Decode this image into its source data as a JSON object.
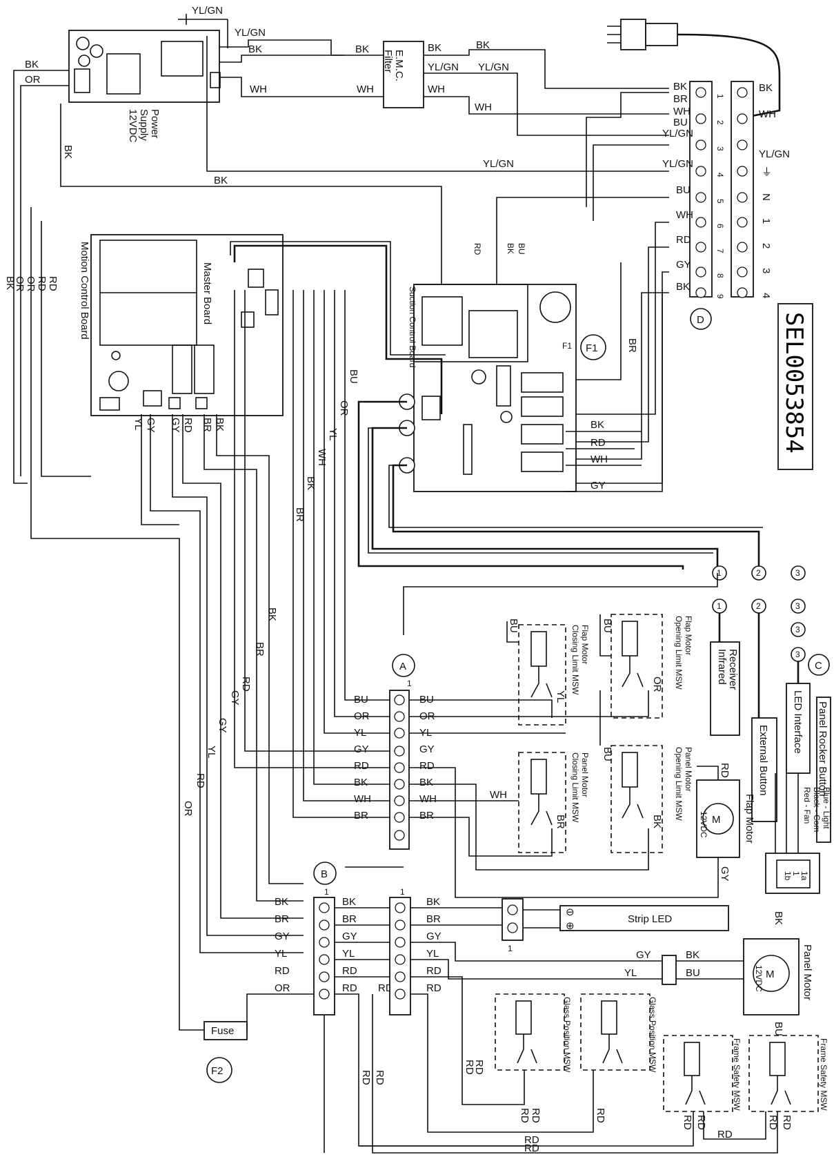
{
  "diagram": {
    "code": "SEL0053854",
    "markers": {
      "a": "A",
      "b": "B",
      "c": "C",
      "d": "D",
      "f1": "F1",
      "f2": "F2"
    },
    "components": {
      "power_supply": [
        "Power",
        "Supply",
        "12VDC"
      ],
      "emc_filter": [
        "E.M.C.",
        "Filter"
      ],
      "motion_control_board": "Motion Control Board",
      "master_board": "Master Board",
      "suction_control_board": "Suction Control Board",
      "fuse": "Fuse",
      "strip_led": "Strip LED",
      "flap_motor": "Flap Motor",
      "panel_motor": "Panel Motor",
      "motor_symbol": "M",
      "motor_voltage": "12VDC",
      "infrared_receiver": [
        "Infrared",
        "Receiver"
      ],
      "external_button": "External Button",
      "led_interface": "LED Interface",
      "panel_rocker_button": "Panel Rocker Button",
      "rocker_legend": [
        "Red - Fan",
        "Black - Com",
        "Blue - Light"
      ],
      "rocker_terminals": [
        "1a",
        "1",
        "1b"
      ],
      "f1_label": "F1"
    },
    "switches": {
      "closing_flap": [
        "Closing Limit MSW",
        "Flap Motor"
      ],
      "opening_flap": [
        "Opening Limit MSW",
        "Flap Motor"
      ],
      "closing_panel": [
        "Closing Limit MSW",
        "Panel Motor"
      ],
      "opening_panel": [
        "Opening Limit MSW",
        "Panel Motor"
      ],
      "glass_1": "Glass Position MSW",
      "glass_2": "Glass Position MSW",
      "frame_1": "Frame Safety MSW",
      "frame_2": "Frame Safety MSW"
    },
    "terminal_block_d": {
      "numbers": [
        "1",
        "2",
        "3",
        "4",
        "5",
        "6",
        "7",
        "8",
        "9"
      ],
      "left_colors": [
        "BK",
        "BR",
        "WH",
        "BU",
        "YL/GN",
        "YL/GN",
        "BU",
        "WH",
        "RD",
        "GY",
        "BK"
      ],
      "right_labels": [
        "BK",
        "WH",
        "YL/GN",
        "⏚",
        "N",
        "1",
        "2",
        "3",
        "4"
      ]
    },
    "terminal_a": {
      "index": "1",
      "colors": [
        "BU",
        "OR",
        "YL",
        "GY",
        "RD",
        "BK",
        "WH",
        "BR"
      ]
    },
    "terminal_b": {
      "index": "1",
      "colors": [
        "BK",
        "BR",
        "GY",
        "YL",
        "RD",
        "OR"
      ],
      "left": [
        "BK",
        "BR",
        "GY",
        "YL",
        "RD",
        "OR"
      ]
    },
    "terminal_c2": {
      "index": "1",
      "colors": [
        "BK",
        "BR",
        "GY",
        "YL",
        "RD",
        "RD"
      ]
    },
    "strip_led_terminal": {
      "index": "1",
      "minus": "⊖",
      "plus": "⊕"
    },
    "connectors": [
      "1",
      "2",
      "3"
    ],
    "wire_labels": {
      "bk": "BK",
      "wh": "WH",
      "ylgn": "YL/GN",
      "or": "OR",
      "rd": "RD",
      "gy": "GY",
      "br": "BR",
      "bu": "BU",
      "yl": "YL"
    }
  }
}
